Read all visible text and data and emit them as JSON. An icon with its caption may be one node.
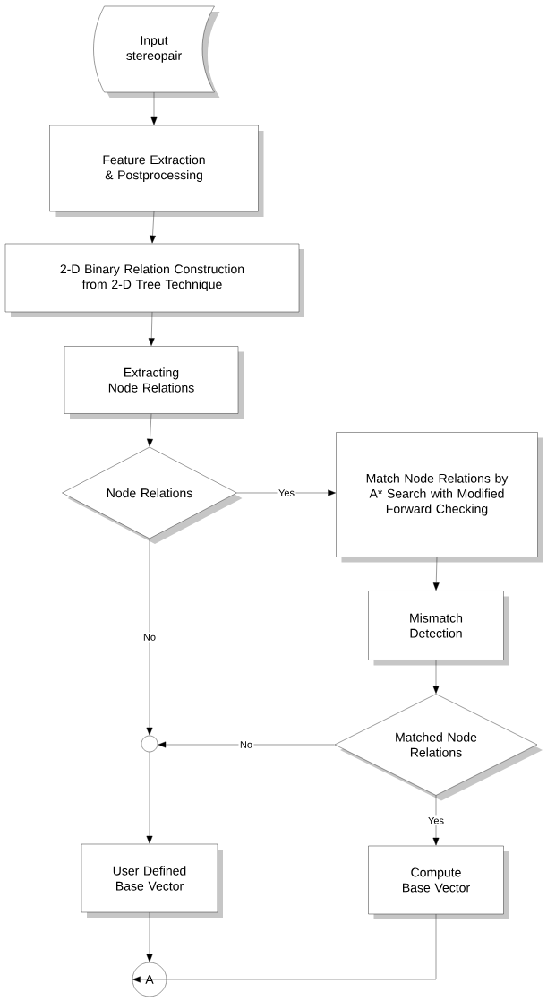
{
  "diagram": {
    "nodes": [
      {
        "text": [
          "Input stereopair"
        ]
      },
      {
        "text": [
          "Feature Extraction & Postprocessing"
        ]
      },
      {
        "text": [
          "2-D Binary Relation Construction from 2-D Tree Technique"
        ]
      },
      {
        "text": [
          "Extracting Node Relations"
        ]
      },
      {
        "text": [
          "Node Relations"
        ]
      },
      {
        "text": [
          "Match Node Relations by A* Search with Modified Forward Checking"
        ]
      },
      {
        "text": [
          "Mismatch Detection"
        ]
      },
      {
        "text": [
          "Matched Node Relations"
        ]
      },
      {
        "text": [],
        "shape": "circle"
      },
      {
        "text": [
          "User Defined Base Vector"
        ]
      },
      {
        "text": [
          "Compute Base Vector"
        ]
      },
      {
        "text": [
          "A"
        ]
      }
    ],
    "edges": [
      {
        "from": 0,
        "to": 1,
        "arrow": "to"
      },
      {
        "from": 1,
        "to": 2,
        "arrow": "to"
      },
      {
        "from": 2,
        "to": 3,
        "arrow": "to"
      },
      {
        "from": 3,
        "to": 4,
        "arrow": "to"
      },
      {
        "from": 4,
        "to": 5,
        "arrow": "to",
        "label": "Yes"
      },
      {
        "from": 4,
        "to": 8,
        "arrow": "to",
        "label": "No"
      },
      {
        "from": 5,
        "to": 6,
        "arrow": "to"
      },
      {
        "from": 6,
        "to": 7,
        "arrow": "to"
      },
      {
        "from": 7,
        "to": 8,
        "arrow": "to",
        "label": "No"
      },
      {
        "from": 7,
        "to": 10,
        "arrow": "to",
        "label": "Yes"
      },
      {
        "from": 8,
        "to": 9,
        "arrow": "to"
      },
      {
        "from": 9,
        "to": 11,
        "arrow": "to"
      },
      {
        "from": 10,
        "to": 11,
        "arrow": "to"
      }
    ]
  }
}
